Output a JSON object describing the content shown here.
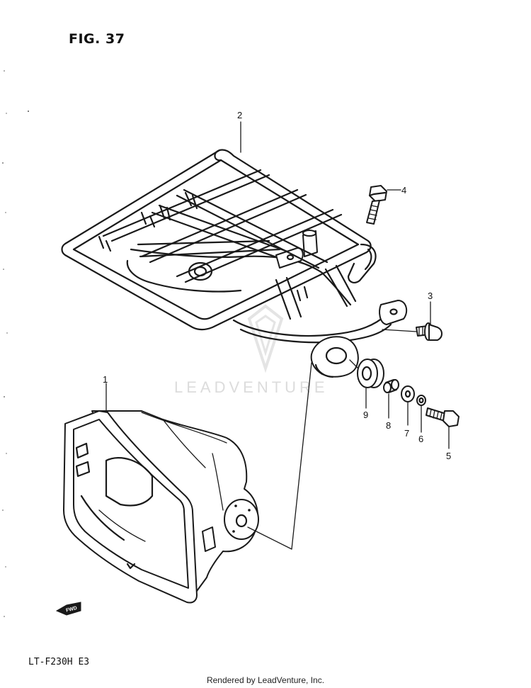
{
  "figure": {
    "title": "FIG. 37",
    "model_code": "LT-F230H E3",
    "credit": "Rendered by LeadVenture, Inc."
  },
  "watermark": {
    "text": "LEADVENTURE"
  },
  "direction_badge": {
    "label": "FWD",
    "icon": "fwd-arrow-icon"
  },
  "callouts": [
    {
      "label": "1",
      "part": "headlight-housing"
    },
    {
      "label": "2",
      "part": "front-carrier-rack"
    },
    {
      "label": "3",
      "part": "bolt-flanged"
    },
    {
      "label": "4",
      "part": "bolt-long"
    },
    {
      "label": "5",
      "part": "bolt"
    },
    {
      "label": "6",
      "part": "lock-washer"
    },
    {
      "label": "7",
      "part": "washer"
    },
    {
      "label": "8",
      "part": "spacer"
    },
    {
      "label": "9",
      "part": "grommet"
    }
  ]
}
